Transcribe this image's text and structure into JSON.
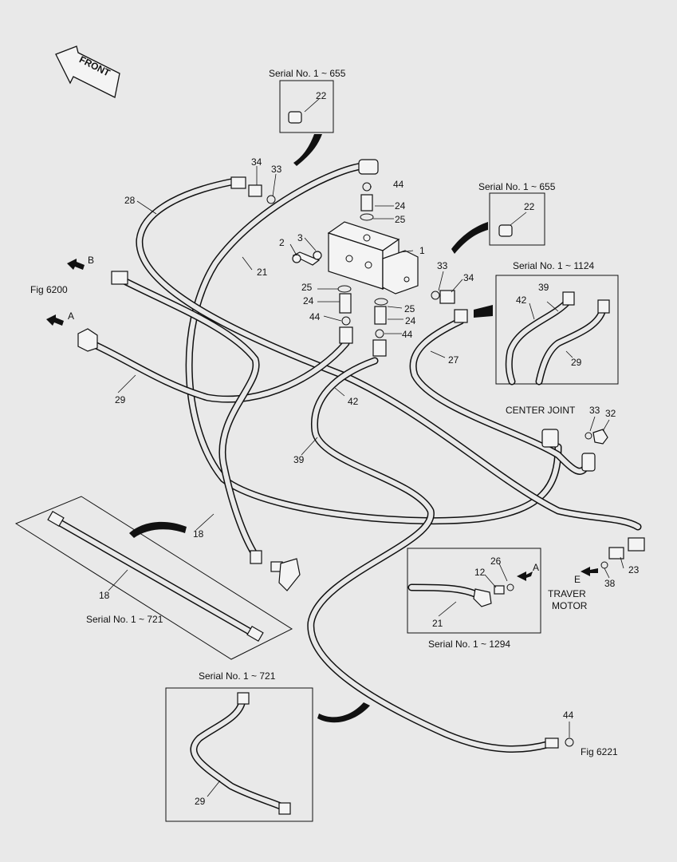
{
  "front_label": "FRONT",
  "serial_labels": {
    "s655_top": "Serial No. 1 ~ 655",
    "s655_right": "Serial No. 1 ~ 655",
    "s1124": "Serial No. 1 ~ 1124",
    "s721_left": "Serial No. 1 ~ 721",
    "s1294": "Serial No. 1 ~ 1294",
    "s721_bottom": "Serial No. 1 ~ 721"
  },
  "text_labels": {
    "fig6200": "Fig 6200",
    "fig6221": "Fig 6221",
    "center_joint": "CENTER JOINT",
    "traver": "TRAVER",
    "motor": "MOTOR",
    "arrow_a1": "A",
    "arrow_b": "B",
    "arrow_a2": "A",
    "arrow_e": "E"
  },
  "callouts": {
    "p1": "1",
    "p2": "2",
    "p3": "3",
    "p12": "12",
    "p18a": "18",
    "p18b": "18",
    "p21a": "21",
    "p21b": "21",
    "p22a": "22",
    "p22b": "22",
    "p23": "23",
    "p24a": "24",
    "p24b": "24",
    "p24c": "24",
    "p25a": "25",
    "p25b": "25",
    "p25c": "25",
    "p26": "26",
    "p27": "27",
    "p28": "28",
    "p29a": "29",
    "p29b": "29",
    "p29c": "29",
    "p32": "32",
    "p33a": "33",
    "p33b": "33",
    "p33c": "33",
    "p34a": "34",
    "p34b": "34",
    "p38": "38",
    "p39a": "39",
    "p39b": "39",
    "p42a": "42",
    "p42b": "42",
    "p44a": "44",
    "p44b": "44",
    "p44c": "44",
    "p44d": "44"
  }
}
